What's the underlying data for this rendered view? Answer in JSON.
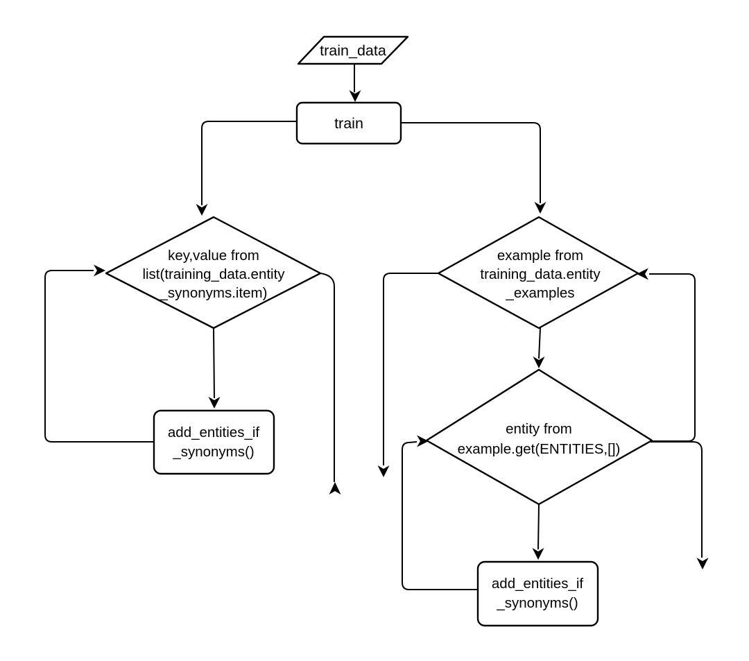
{
  "diagram": {
    "type": "flowchart",
    "colors": {
      "stroke": "#000000",
      "node_fill": "#ffffff",
      "text": "#000000",
      "background": "#ffffff"
    },
    "nodes": {
      "input": {
        "shape": "parallelogram",
        "label": "train_data"
      },
      "train": {
        "shape": "rounded-rect",
        "label": "train"
      },
      "loop_synonyms": {
        "shape": "diamond",
        "lines": [
          "key,value from",
          "list(training_data.entity",
          "_synonyms.item)"
        ]
      },
      "add_entities_left": {
        "shape": "rounded-rect",
        "lines": [
          "add_entities_if",
          "_synonyms()"
        ]
      },
      "loop_examples": {
        "shape": "diamond",
        "lines": [
          "example from",
          "training_data.entity",
          "_examples"
        ]
      },
      "loop_entities": {
        "shape": "diamond",
        "lines": [
          "entity from",
          "example.get(ENTITIES,[])"
        ]
      },
      "add_entities_right": {
        "shape": "rounded-rect",
        "lines": [
          "add_entities_if",
          "_synonyms()"
        ]
      }
    },
    "edges": [
      {
        "from": "input",
        "to": "train",
        "arrow": "down"
      },
      {
        "from": "train",
        "to": "loop_synonyms",
        "arrow": "down"
      },
      {
        "from": "train",
        "to": "loop_examples",
        "arrow": "down"
      },
      {
        "from": "loop_synonyms",
        "to": "add_entities_left",
        "arrow": "down"
      },
      {
        "from": "add_entities_left",
        "to": "loop_synonyms",
        "arrow": "right",
        "note": "loop back"
      },
      {
        "from": "loop_synonyms",
        "to": "end-left",
        "arrow": "up",
        "note": "exit drops down, up arrowhead"
      },
      {
        "from": "loop_examples",
        "to": "loop_entities",
        "arrow": "down"
      },
      {
        "from": "loop_examples",
        "to": "end-middle",
        "arrow": "down",
        "note": "exit left then down"
      },
      {
        "from": "loop_entities",
        "to": "add_entities_right",
        "arrow": "down"
      },
      {
        "from": "add_entities_right",
        "to": "loop_entities",
        "arrow": "right",
        "note": "loop back"
      },
      {
        "from": "loop_entities",
        "to": "loop_examples",
        "arrow": "left",
        "note": "loop back up right side"
      },
      {
        "from": "loop_entities",
        "to": "end-right",
        "arrow": "down",
        "note": "exit right then down"
      }
    ]
  }
}
